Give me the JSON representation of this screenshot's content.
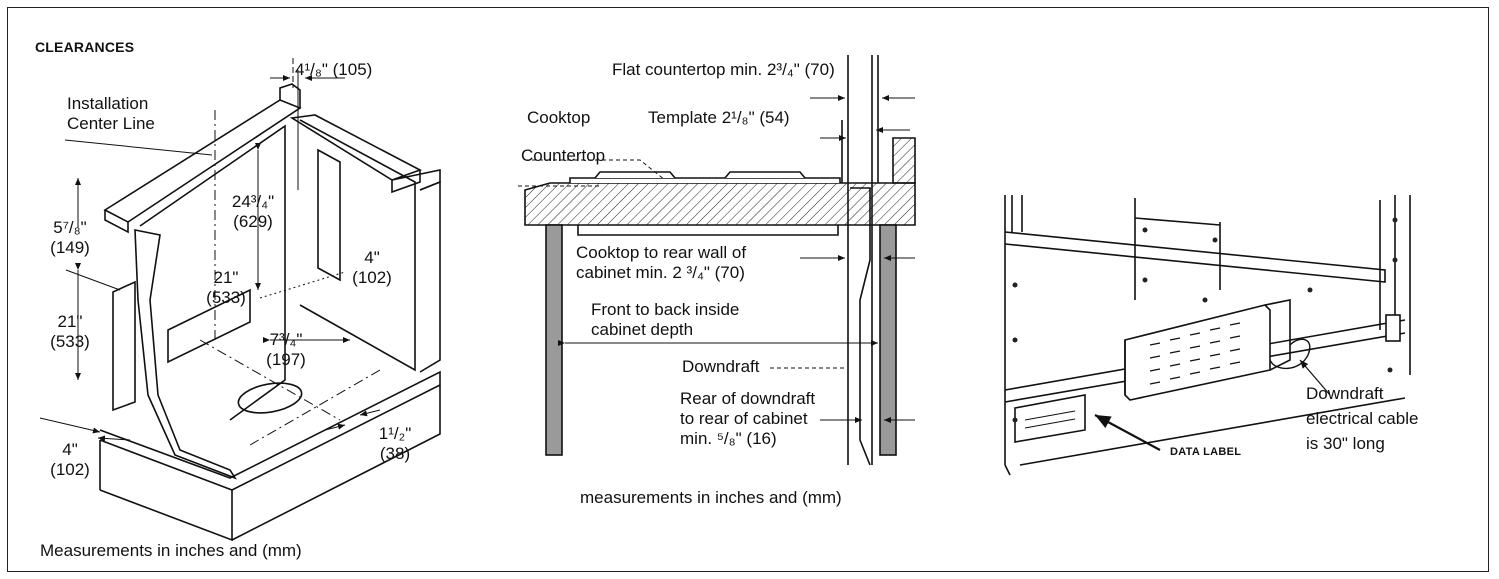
{
  "heading": "CLEARANCES",
  "left": {
    "dim_105": "4¹/₈\" (105)",
    "center_line_1": "Installation",
    "center_line_2": "Center Line",
    "dim_629_a": "24³/₄\"",
    "dim_629_b": "(629)",
    "dim_149_a": "5⁷/₈\"",
    "dim_149_b": "(149)",
    "dim_102r_a": "4\"",
    "dim_102r_b": "(102)",
    "dim_533i_a": "21\"",
    "dim_533i_b": "(533)",
    "dim_533l_a": "21\"",
    "dim_533l_b": "(533)",
    "dim_197_a": "7³/₄\"",
    "dim_197_b": "(197)",
    "dim_102b_a": "4\"",
    "dim_102b_b": "(102)",
    "dim_38_a": "1¹/₂\"",
    "dim_38_b": "(38)",
    "caption": "Measurements in inches and (mm)"
  },
  "middle": {
    "flat_countertop": "Flat countertop min. 2³/₄\" (70)",
    "cooktop": "Cooktop",
    "template": "Template 2¹/₈\" (54)",
    "countertop": "Countertop",
    "rear_wall_a": "Cooktop to rear wall of",
    "rear_wall_b": "cabinet min. 2 ³/₄\" (70)",
    "depth_a": "Front to back inside",
    "depth_b": "cabinet depth",
    "downdraft": "Downdraft",
    "rear_dd_a": "Rear of downdraft",
    "rear_dd_b": "to rear of cabinet",
    "rear_dd_c": "min. ⁵/₈\" (16)",
    "caption": "measurements in inches and (mm)"
  },
  "right": {
    "data_label": "DATA LABEL",
    "cable_a": "Downdraft",
    "cable_b": "electrical cable",
    "cable_c": "is 30\" long"
  },
  "colors": {
    "line": "#111111",
    "grey_leg": "#9a9a9a",
    "photo_bg": "#ffffff"
  }
}
